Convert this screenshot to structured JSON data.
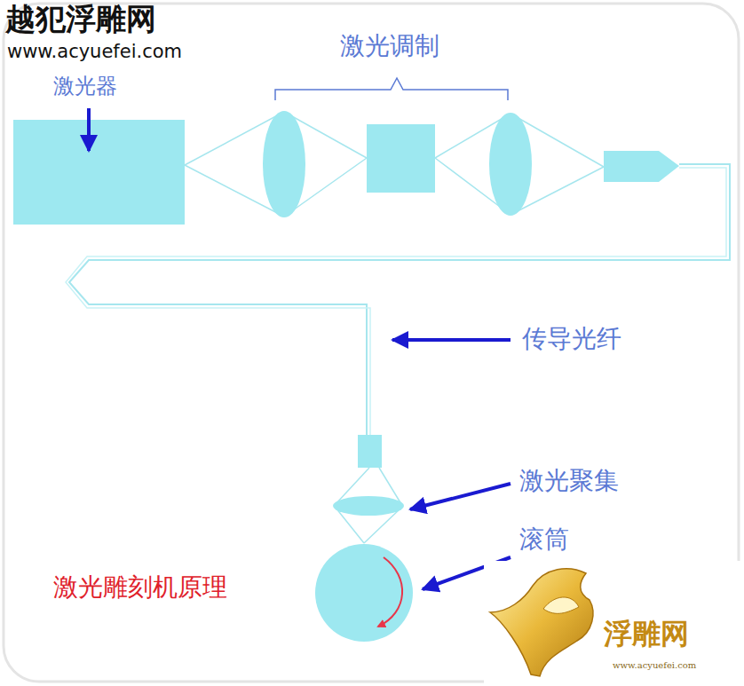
{
  "diagram": {
    "title": "激光雕刻机原理",
    "labels": [
      "越犯浮雕网",
      "www.acyuefei.com",
      "激光器",
      "激光调制",
      "传导光纤",
      "激光聚集",
      "滚筒",
      "浮雕网",
      "www.acyuefei.com"
    ]
  }
}
